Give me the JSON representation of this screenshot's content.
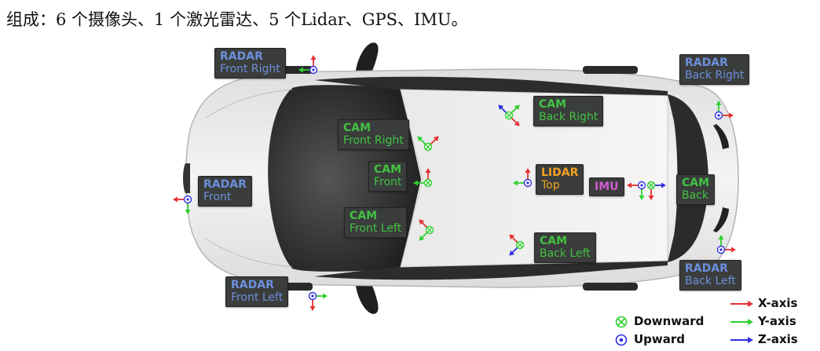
{
  "caption": "组成：6 个摄像头、1 个激光雷达、5 个Lidar、GPS、IMU。",
  "colors": {
    "radar": "#6d8fdc",
    "cam": "#43c243",
    "lidar": "#f2a023",
    "imu": "#d05cd0",
    "label_bg": "#3a3d3b",
    "x_axis": "#e53030",
    "y_axis": "#2fd02f",
    "z_axis": "#2f2fe0"
  },
  "labels": {
    "radar_front_right": {
      "type": "RADAR",
      "name": "Front Right"
    },
    "radar_back_right": {
      "type": "RADAR",
      "name": "Back Right"
    },
    "radar_front": {
      "type": "RADAR",
      "name": "Front"
    },
    "radar_front_left": {
      "type": "RADAR",
      "name": "Front Left"
    },
    "radar_back_left": {
      "type": "RADAR",
      "name": "Back Left"
    },
    "cam_front_right": {
      "type": "CAM",
      "name": "Front Right"
    },
    "cam_front": {
      "type": "CAM",
      "name": "Front"
    },
    "cam_front_left": {
      "type": "CAM",
      "name": "Front Left"
    },
    "cam_back_right": {
      "type": "CAM",
      "name": "Back Right"
    },
    "cam_back_left": {
      "type": "CAM",
      "name": "Back Left"
    },
    "cam_back": {
      "type": "CAM",
      "name": "Back"
    },
    "lidar_top": {
      "type": "LIDAR",
      "name": "Top"
    },
    "imu": {
      "type": "IMU"
    }
  },
  "legend": {
    "downward": "Downward",
    "upward": "Upward",
    "x_axis": "X-axis",
    "y_axis": "Y-axis",
    "z_axis": "Z-axis"
  }
}
